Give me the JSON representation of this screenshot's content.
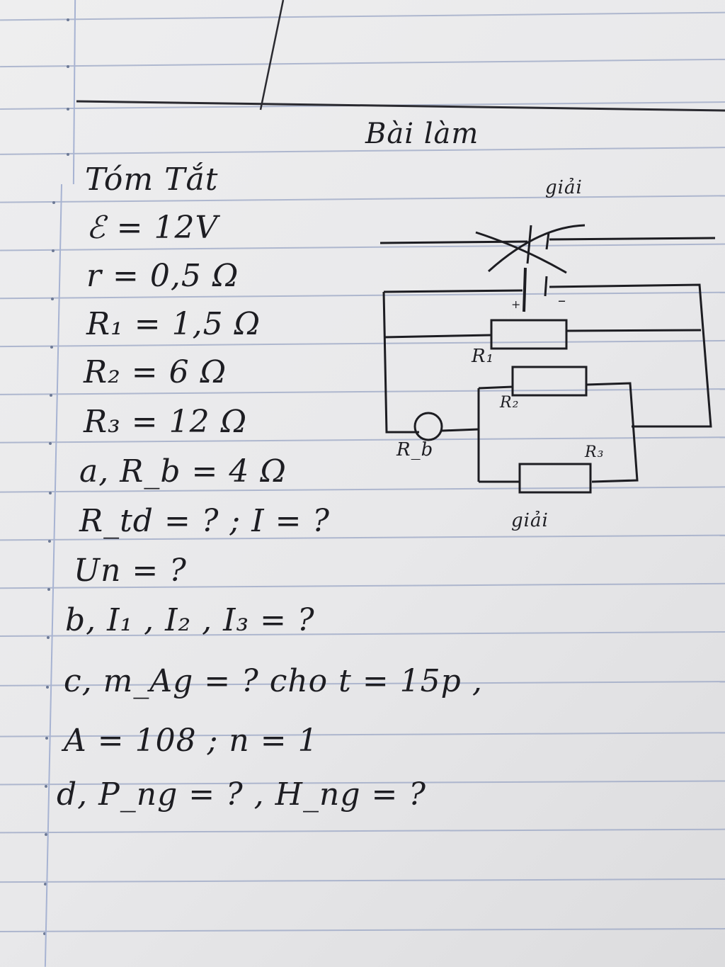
{
  "text": {
    "heading": "Bài làm",
    "summary_title": "Tóm Tắt",
    "line_emf": "ℰ = 12V",
    "line_r": "r = 0,5 Ω",
    "line_r1": "R₁ = 1,5 Ω",
    "line_r2": "R₂ = 6 Ω",
    "line_r3": "R₃ = 12 Ω",
    "line_a": "a, R_b = 4 Ω",
    "line_rtd": "R_td = ? ; I = ?",
    "line_un": "Un = ?",
    "line_b": "b, I₁ , I₂ , I₃ = ?",
    "line_c": "c, m_Ag = ? cho t = 15p ,",
    "line_an": "A = 108 ; n = 1",
    "line_d": "d, P_ng = ? , H_ng = ?",
    "giai_top": "giải",
    "giai_bottom": "giải",
    "plus": "+",
    "minus": "–",
    "r1_label": "R₁",
    "r2_label": "R₂",
    "r3_label": "R₃",
    "rb_label": "R_b"
  }
}
